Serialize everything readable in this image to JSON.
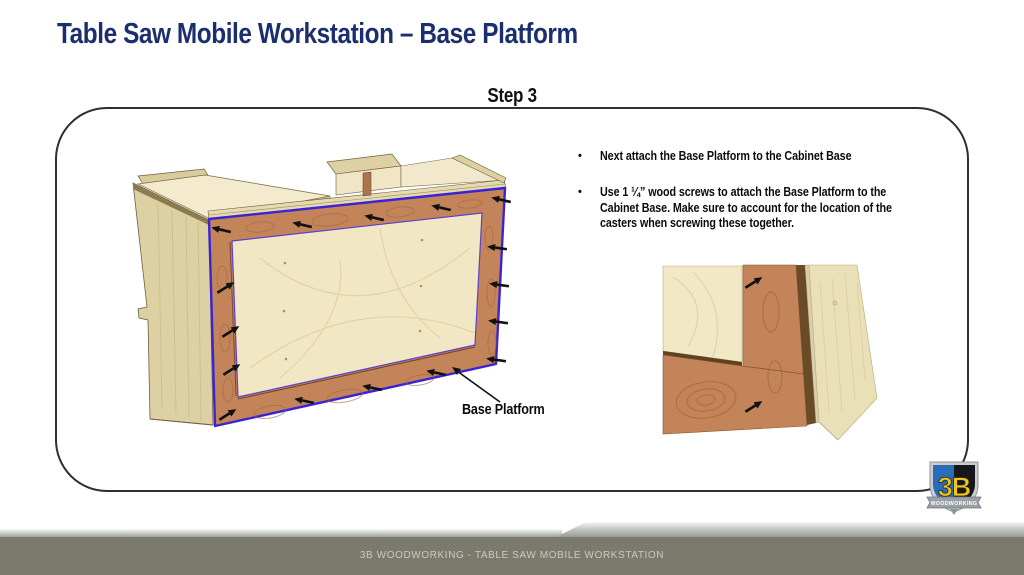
{
  "slide": {
    "title": "Table Saw Mobile Workstation – Base Platform",
    "step_label": "Step 3"
  },
  "content": {
    "bullet_char": "•",
    "bullets": [
      "Next attach the Base Platform to the Cabinet Base",
      "Use 1 ¼” wood screws to attach the Base Platform to the Cabinet Base.  Make sure to account for the location of the casters when screwing these together."
    ],
    "callout_label": "Base Platform"
  },
  "logo": {
    "initials": "3B",
    "subtitle": "WOODWORKING"
  },
  "footer": {
    "text": "3B WOODWORKING - TABLE SAW MOBILE WORKSTATION"
  },
  "colors": {
    "title_navy": "#1b2e6e",
    "selection_blue_outline": "#3a23d6",
    "wood_copper": "#c28458",
    "wood_cream_panel": "#f1e7c5",
    "wood_tan_side": "#ddd0a3",
    "footer_bar": "#7b7a6d",
    "footer_text": "#cbcac1",
    "logo_blue": "#2a6cb6",
    "logo_black": "#17171a",
    "logo_yellow": "#f2c40f",
    "panel_border": "#2e2e2e"
  }
}
